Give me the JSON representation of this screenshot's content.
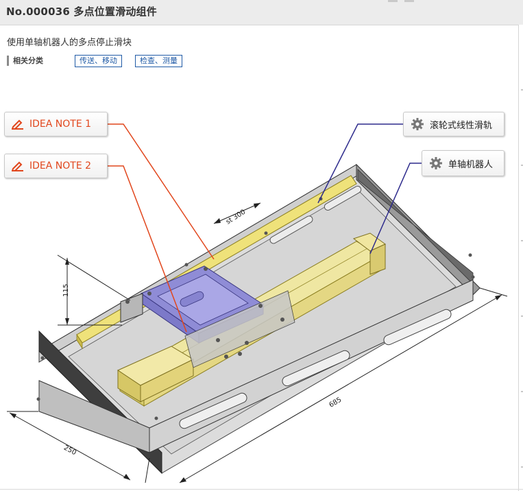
{
  "header": {
    "title": "No.000036 多点位置滑动组件"
  },
  "description": "使用单轴机器人的多点停止滑块",
  "related": {
    "label": "相关分类",
    "tags": [
      "传送、移动",
      "检查、测量"
    ]
  },
  "callouts": {
    "idea_note_1": {
      "label": "IDEA NOTE 1",
      "icon": "pencil-icon"
    },
    "idea_note_2": {
      "label": "IDEA NOTE 2",
      "icon": "pencil-icon"
    },
    "part_rail": {
      "label": "滚轮式线性滑轨",
      "icon": "gear-icon"
    },
    "part_robot": {
      "label": "单轴机器人",
      "icon": "gear-icon"
    }
  },
  "dimensions": {
    "stroke": "st 300",
    "height": "115",
    "width": "250",
    "length": "685"
  },
  "colors": {
    "idea_accent": "#e1461c",
    "link_blue": "#1f5aa6",
    "leader_blue": "#2d2a8c",
    "rail_yellow": "#efe27a",
    "plate_purple": "#8f8cd6"
  }
}
